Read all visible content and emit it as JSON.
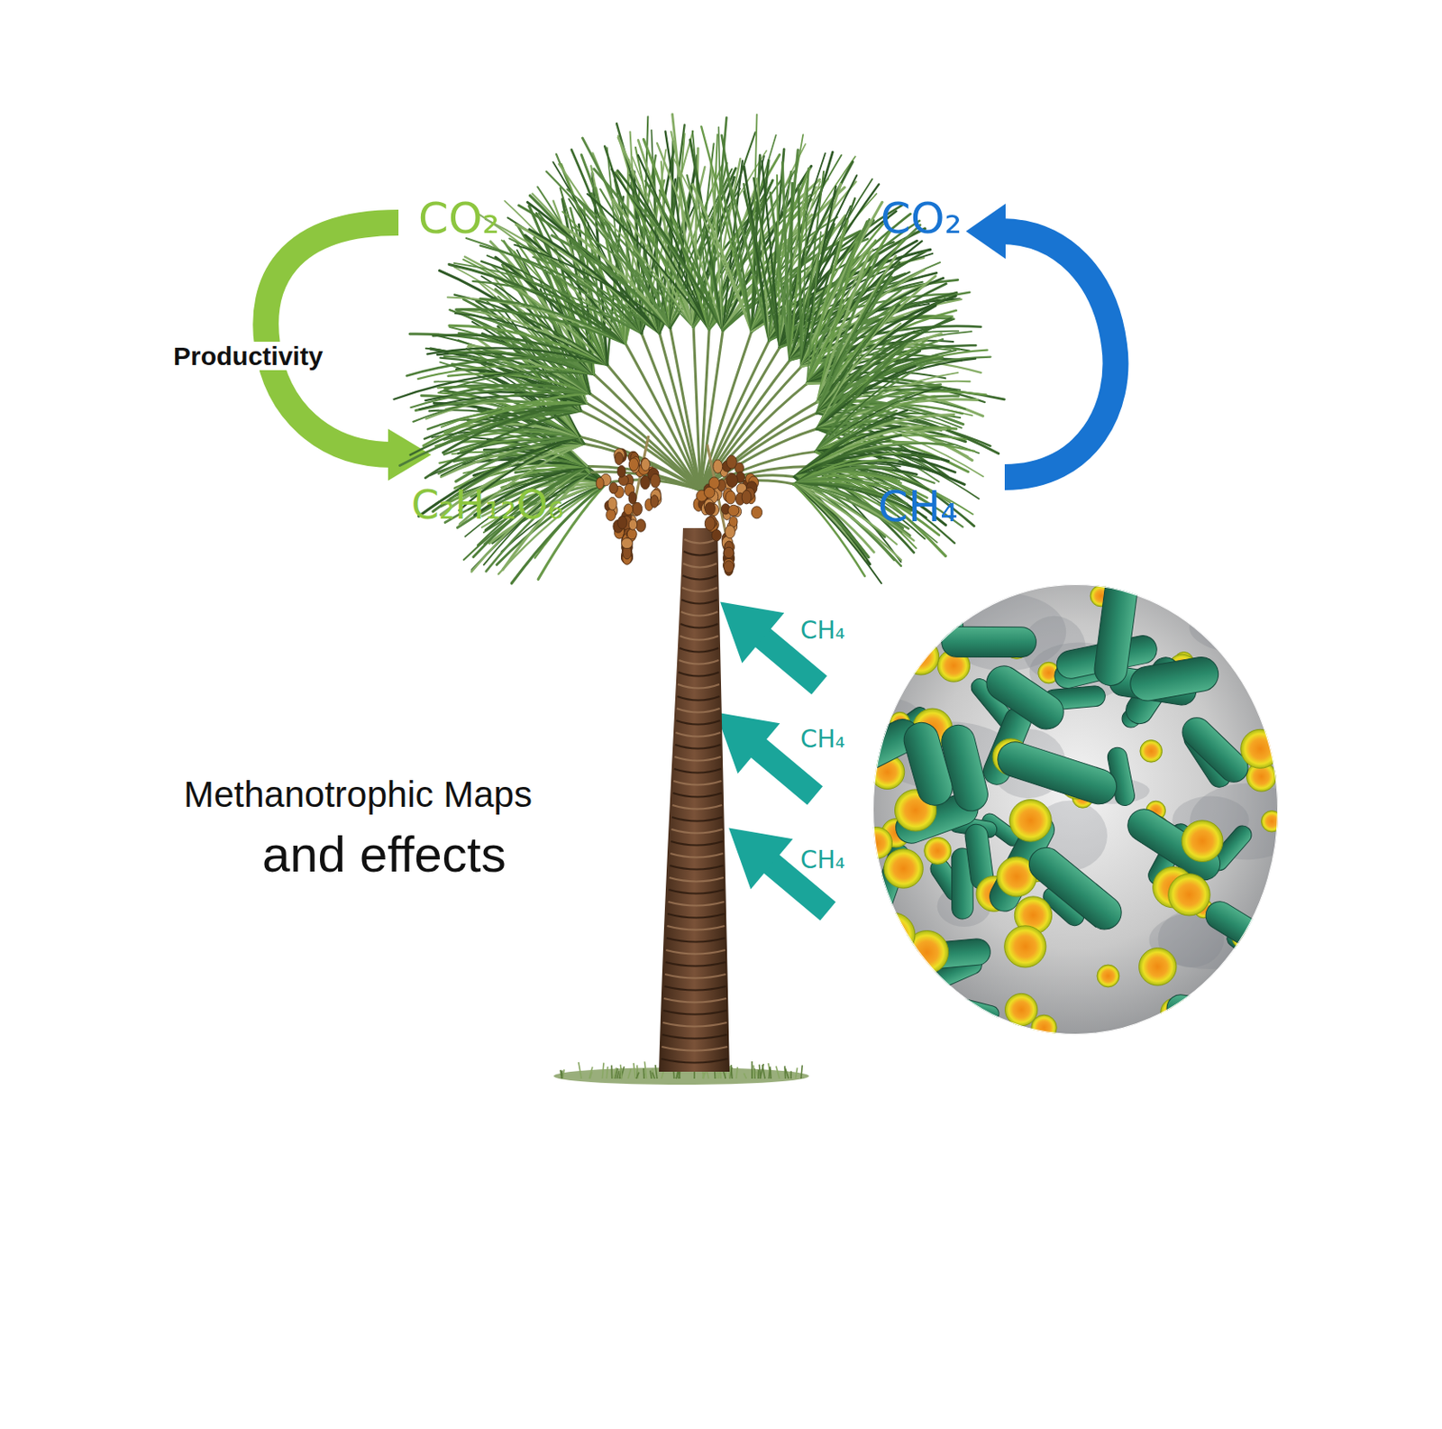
{
  "diagram": {
    "labels": [
      "CO₂",
      "CO₂",
      "Productivity",
      "C₂H₁₂O₆",
      "CH₄",
      "CH₄",
      "CH₄",
      "CH₄",
      "Methanotrophic Maps",
      "and effects"
    ]
  }
}
